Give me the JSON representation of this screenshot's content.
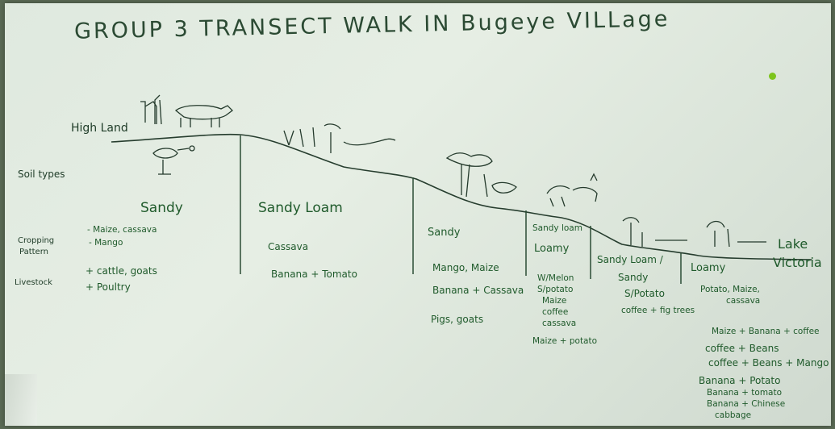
{
  "title": "GROUP 3 TRANSECT WALK IN Bugeye VILLage",
  "left_labels": {
    "high_land": "High Land",
    "soil_types": "Soil types",
    "cropping_pattern_1": "Cropping",
    "cropping_pattern_2": "Pattern",
    "livestock": "Livestock",
    "lake_1": "Lake",
    "lake_2": "Victoria"
  },
  "zones": [
    {
      "soil": "Sandy",
      "crops": [
        "- Maize, cassava",
        "- Mango"
      ],
      "livestock": [
        "+ cattle, goats",
        "+ Poultry"
      ]
    },
    {
      "soil": "Sandy Loam",
      "crops": [
        "Cassava",
        "Banana + Tomato"
      ]
    },
    {
      "soil": "Sandy",
      "crops": [
        "Mango, Maize",
        "Banana + Cassava"
      ],
      "livestock": [
        "Pigs, goats"
      ]
    },
    {
      "soil": [
        "Sandy loam",
        "Loamy"
      ],
      "crops": [
        "W/Melon",
        "S/potato",
        "Maize",
        "coffee",
        "cassava",
        "Maize + potato"
      ]
    },
    {
      "soil": [
        "Sandy Loam /",
        "Sandy"
      ],
      "crops": [
        "S/Potato",
        "coffee + fig trees"
      ]
    },
    {
      "soil": "Loamy",
      "crops": [
        "Potato, Maize,",
        "cassava",
        "Maize + Banana + coffee",
        "coffee + Beans",
        "coffee + Beans + Mango",
        "Banana + Potato",
        "Banana + tomato",
        "Banana + Chinese",
        "cabbage"
      ]
    }
  ],
  "colors": {
    "paper": "#e2ebe0",
    "ink_green": "#1f5a2b",
    "ink_black": "#243a2c",
    "marker_dot": "#7dc41c"
  }
}
